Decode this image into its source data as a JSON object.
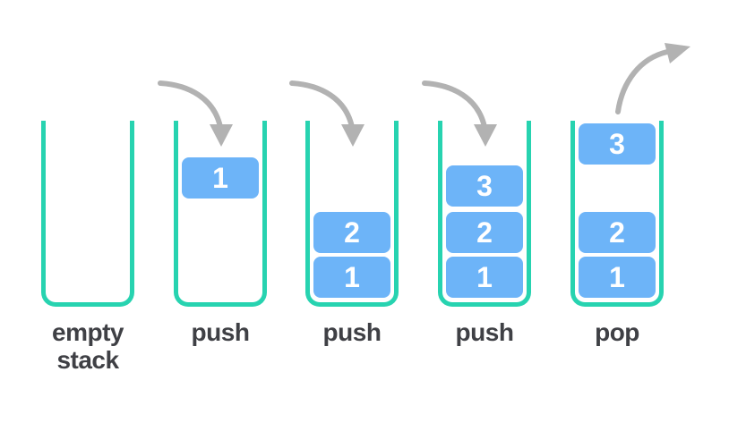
{
  "figure": {
    "title": "stack push and pop operations diagram",
    "colors": {
      "background": "#ffffff",
      "container_stroke": "#27d3b0",
      "block_fill": "#6db4f8",
      "block_text": "#ffffff",
      "arrow": "#b2b2b2",
      "label_text": "#3f4045"
    }
  },
  "stacks": [
    {
      "label": "empty stack",
      "arrow": "none",
      "blocks": []
    },
    {
      "label": "push",
      "arrow": "push-down",
      "blocks": [
        "1"
      ]
    },
    {
      "label": "push",
      "arrow": "push-down",
      "blocks": [
        "2",
        "1"
      ]
    },
    {
      "label": "push",
      "arrow": "push-down",
      "blocks": [
        "3",
        "2",
        "1"
      ]
    },
    {
      "label": "pop",
      "arrow": "pop-up",
      "blocks": [
        "3",
        "2",
        "1"
      ]
    }
  ]
}
